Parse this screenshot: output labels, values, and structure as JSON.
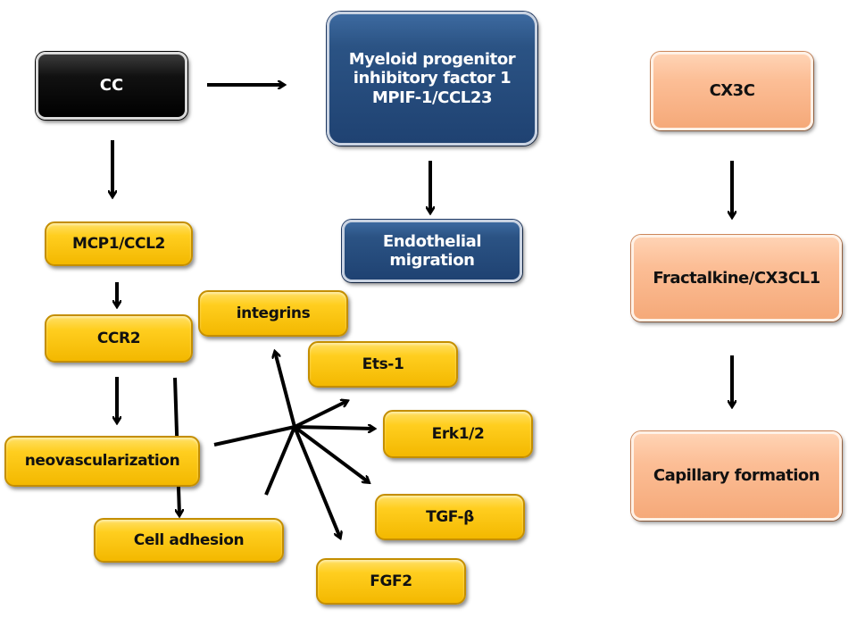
{
  "cc": {
    "label": "CC"
  },
  "mpif": {
    "label": "Myeloid progenitor inhibitory factor 1 MPIF-1/CCL23"
  },
  "endothelial": {
    "label": "Endothelial migration"
  },
  "cx3c": {
    "label": "CX3C"
  },
  "fractalkine": {
    "label": "Fractalkine/CX3CL1"
  },
  "capillary": {
    "label": "Capillary formation"
  },
  "mcp1": {
    "label": "MCP1/CCL2"
  },
  "ccr2": {
    "label": "CCR2"
  },
  "neovasc": {
    "label": "neovascularization"
  },
  "celladhesion": {
    "label": "Cell adhesion"
  },
  "integrins": {
    "label": "integrins"
  },
  "ets1": {
    "label": "Ets-1"
  },
  "erk": {
    "label": "Erk1/2"
  },
  "tgf": {
    "label": "TGF-β"
  },
  "fgf2": {
    "label": "FGF2"
  },
  "colors": {
    "yellow": "#ffce1f",
    "navy": "#2b5384",
    "peach": "#fcbe96",
    "black": "#000000"
  }
}
